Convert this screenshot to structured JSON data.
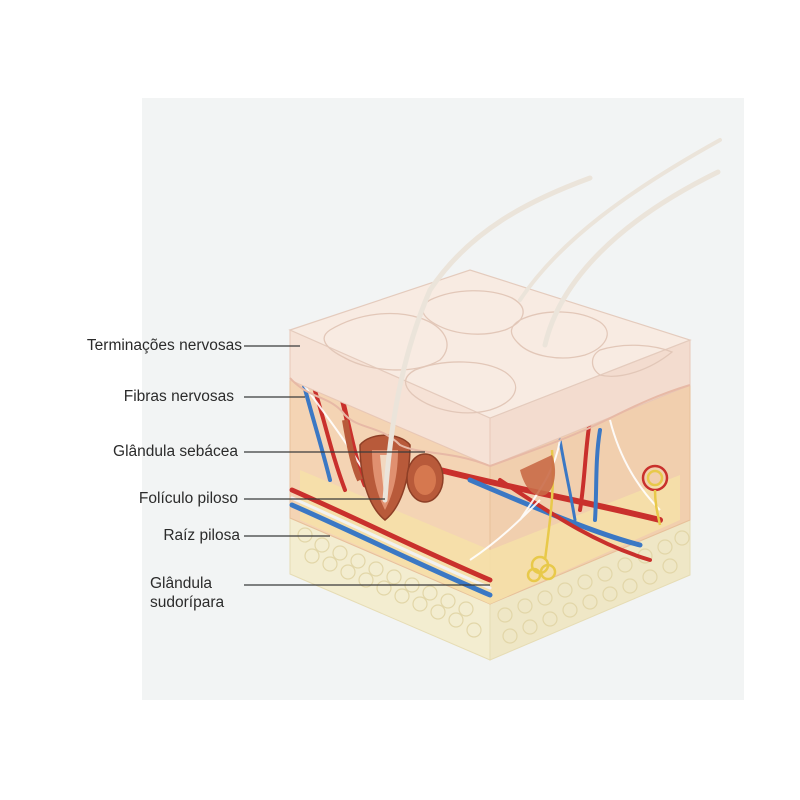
{
  "labels": {
    "nerve_endings": "Terminações nervosas",
    "nerve_fibers": "Fibras nervosas",
    "sebaceous_gland": "Glândula sebácea",
    "hair_follicle": "Folículo piloso",
    "hair_root": "Raíz pilosa",
    "sweat_gland_line1": "Glândula",
    "sweat_gland_line2": "sudorípara"
  },
  "colors": {
    "background_panel": "#f2f4f4",
    "epidermis": "#f7e6dc",
    "dermis": "#f4d2b0",
    "subcutaneous_fat": "#f4efd2",
    "artery": "#c9302c",
    "vein": "#3b78c4",
    "nerve": "#f2e4a0",
    "hair": "#e9e2d8",
    "follicle": "#b85a3a",
    "leader_line": "#3a3a3a"
  }
}
